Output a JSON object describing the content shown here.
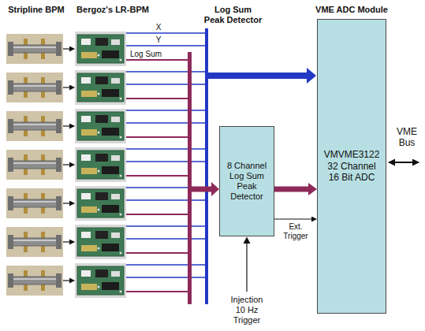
{
  "diagram": {
    "nodes": [
      {
        "text": [
          "8 Channel Log Sum Peak Detector"
        ]
      },
      {
        "text": [
          "VMVME3122 32 Channel 16 Bit ADC"
        ]
      }
    ],
    "edges": [
      {
        "from": 0,
        "to": 1,
        "arrow": "to"
      },
      {
        "from": 0,
        "to": 1,
        "arrow": "to",
        "label": "Ext. Trigger"
      }
    ],
    "labels": [
      "Stripline BPM",
      "Bergoz's LR-BPM",
      "Log Sum Peak Detector",
      "VME ADC Module",
      "X",
      "Y",
      "Log Sum",
      "VME Bus",
      "Injection 10 Hz Trigger"
    ]
  }
}
